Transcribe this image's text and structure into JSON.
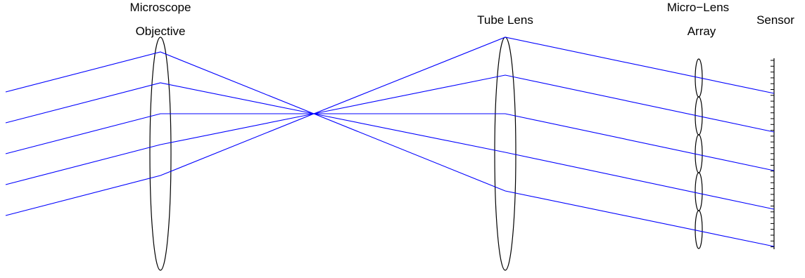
{
  "labels": {
    "objective_line1": "Microscope",
    "objective_line2": "Objective",
    "tube_lens": "Tube Lens",
    "mla_line1": "Micro−Lens",
    "mla_line2": "Array",
    "sensor": "Sensor"
  },
  "colors": {
    "ray": "#0000ff",
    "outline": "#000000"
  },
  "components": [
    "microscope-objective",
    "tube-lens",
    "micro-lens-array",
    "sensor"
  ],
  "ray_count": 5,
  "micro_lens_count": 5
}
